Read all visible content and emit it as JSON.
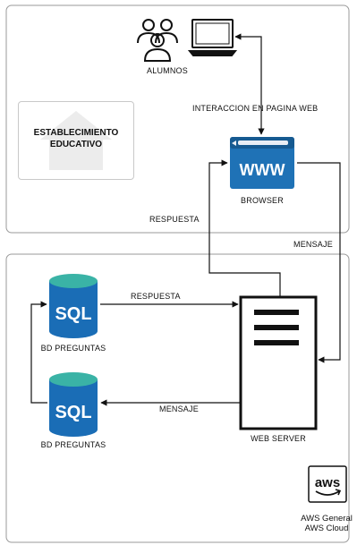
{
  "nodes": {
    "alumnos": "ALUMNOS",
    "establecimiento": "ESTABLECIMIENTO EDUCATIVO",
    "browser": "BROWSER",
    "browser_text": "WWW",
    "web_server": "WEB SERVER",
    "db1": "BD PREGUNTAS",
    "db2": "BD PREGUNTAS",
    "db1_text": "SQL",
    "db2_text": "SQL"
  },
  "edges": {
    "interaccion": "INTERACCION EN PAGINA WEB",
    "respuesta_top": "RESPUESTA",
    "mensaje_top": "MENSAJE",
    "respuesta_db": "RESPUESTA",
    "mensaje_db": "MENSAJE"
  },
  "aws": {
    "logo_text": "aws",
    "line1": "AWS General",
    "line2": "AWS Cloud"
  },
  "colors": {
    "browser_blue": "#1f72b6",
    "sql_teal": "#3ab3a6",
    "sql_blue": "#1a6db6",
    "frame": "#9a9a9a"
  }
}
